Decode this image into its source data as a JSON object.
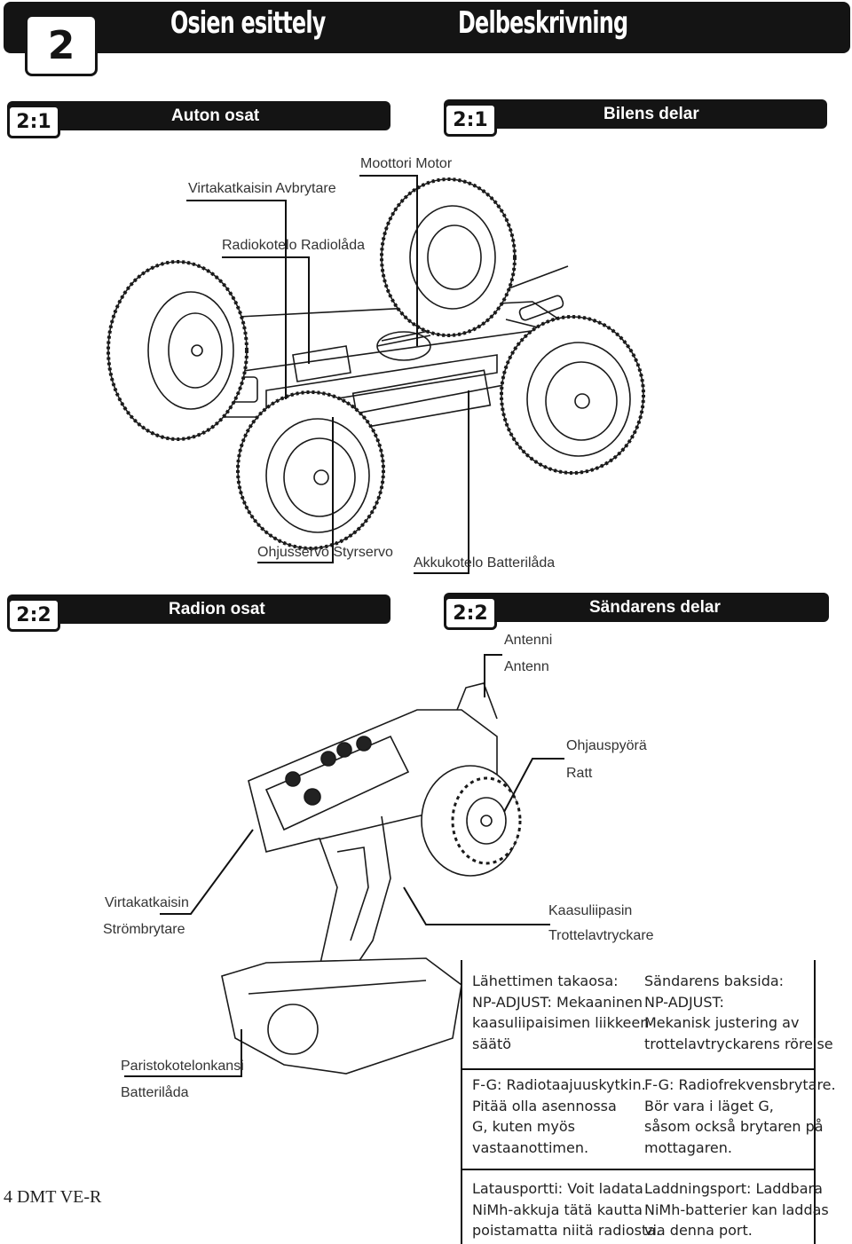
{
  "header": {
    "chapter_number": "2",
    "title_fi": "Osien esittely",
    "title_sv": "Delbeskrivning"
  },
  "section_car": {
    "number_fi": "2:1",
    "title_fi": "Auton osat",
    "number_sv": "2:1",
    "title_sv": "Bilens delar",
    "labels": {
      "motor": "Moottori  Motor",
      "switch": "Virtakatkaisin  Avbrytare",
      "radio_box": "Radiokotelo  Radiolåda",
      "steering_servo": "Ohjusservo  Styrservo",
      "battery_box": "Akkukotelo  Batterilåda"
    }
  },
  "section_radio": {
    "number_fi": "2:2",
    "title_fi": "Radion osat",
    "number_sv": "2:2",
    "title_sv": "Sändarens delar",
    "labels": {
      "antenna_fi": "Antenni",
      "antenna_sv": "Antenn",
      "wheel_fi": "Ohjauspyörä",
      "wheel_sv": "Ratt",
      "switch_fi": "Virtakatkaisin",
      "switch_sv": "Strömbrytare",
      "throttle_fi": "Kaasuliipasin",
      "throttle_sv": "Trottelavtryckare",
      "battery_cover_fi": "Paristokotelonkansi",
      "battery_cover_sv": "Batterilåda"
    }
  },
  "notes_fi": {
    "back": [
      "Lähettimen takaosa:",
      "NP-ADJUST: Mekaaninen",
      "kaasuliipaisimen liikkeen",
      "säätö"
    ],
    "fg": [
      "F-G: Radiotaajuuskytkin.",
      "Pitää olla asennossa",
      "G, kuten myös",
      "vastaanottimen."
    ],
    "port": [
      "Latausportti: Voit ladata",
      "NiMh-akkuja tätä kautta",
      "poistamatta niitä radiosta."
    ]
  },
  "notes_sv": {
    "back": [
      "Sändarens baksida:",
      "NP-ADJUST:",
      "Mekanisk justering av",
      "trottelavtryckarens rörelse"
    ],
    "fg": [
      "F-G: Radiofrekvensbrytare.",
      "Bör vara i läget G,",
      "såsom också brytaren på",
      "mottagaren."
    ],
    "port": [
      "Laddningsport: Laddbara",
      "NiMh-batterier kan laddas",
      "via denna port."
    ]
  },
  "footer": {
    "page_label": "4 DMT VE-R"
  }
}
